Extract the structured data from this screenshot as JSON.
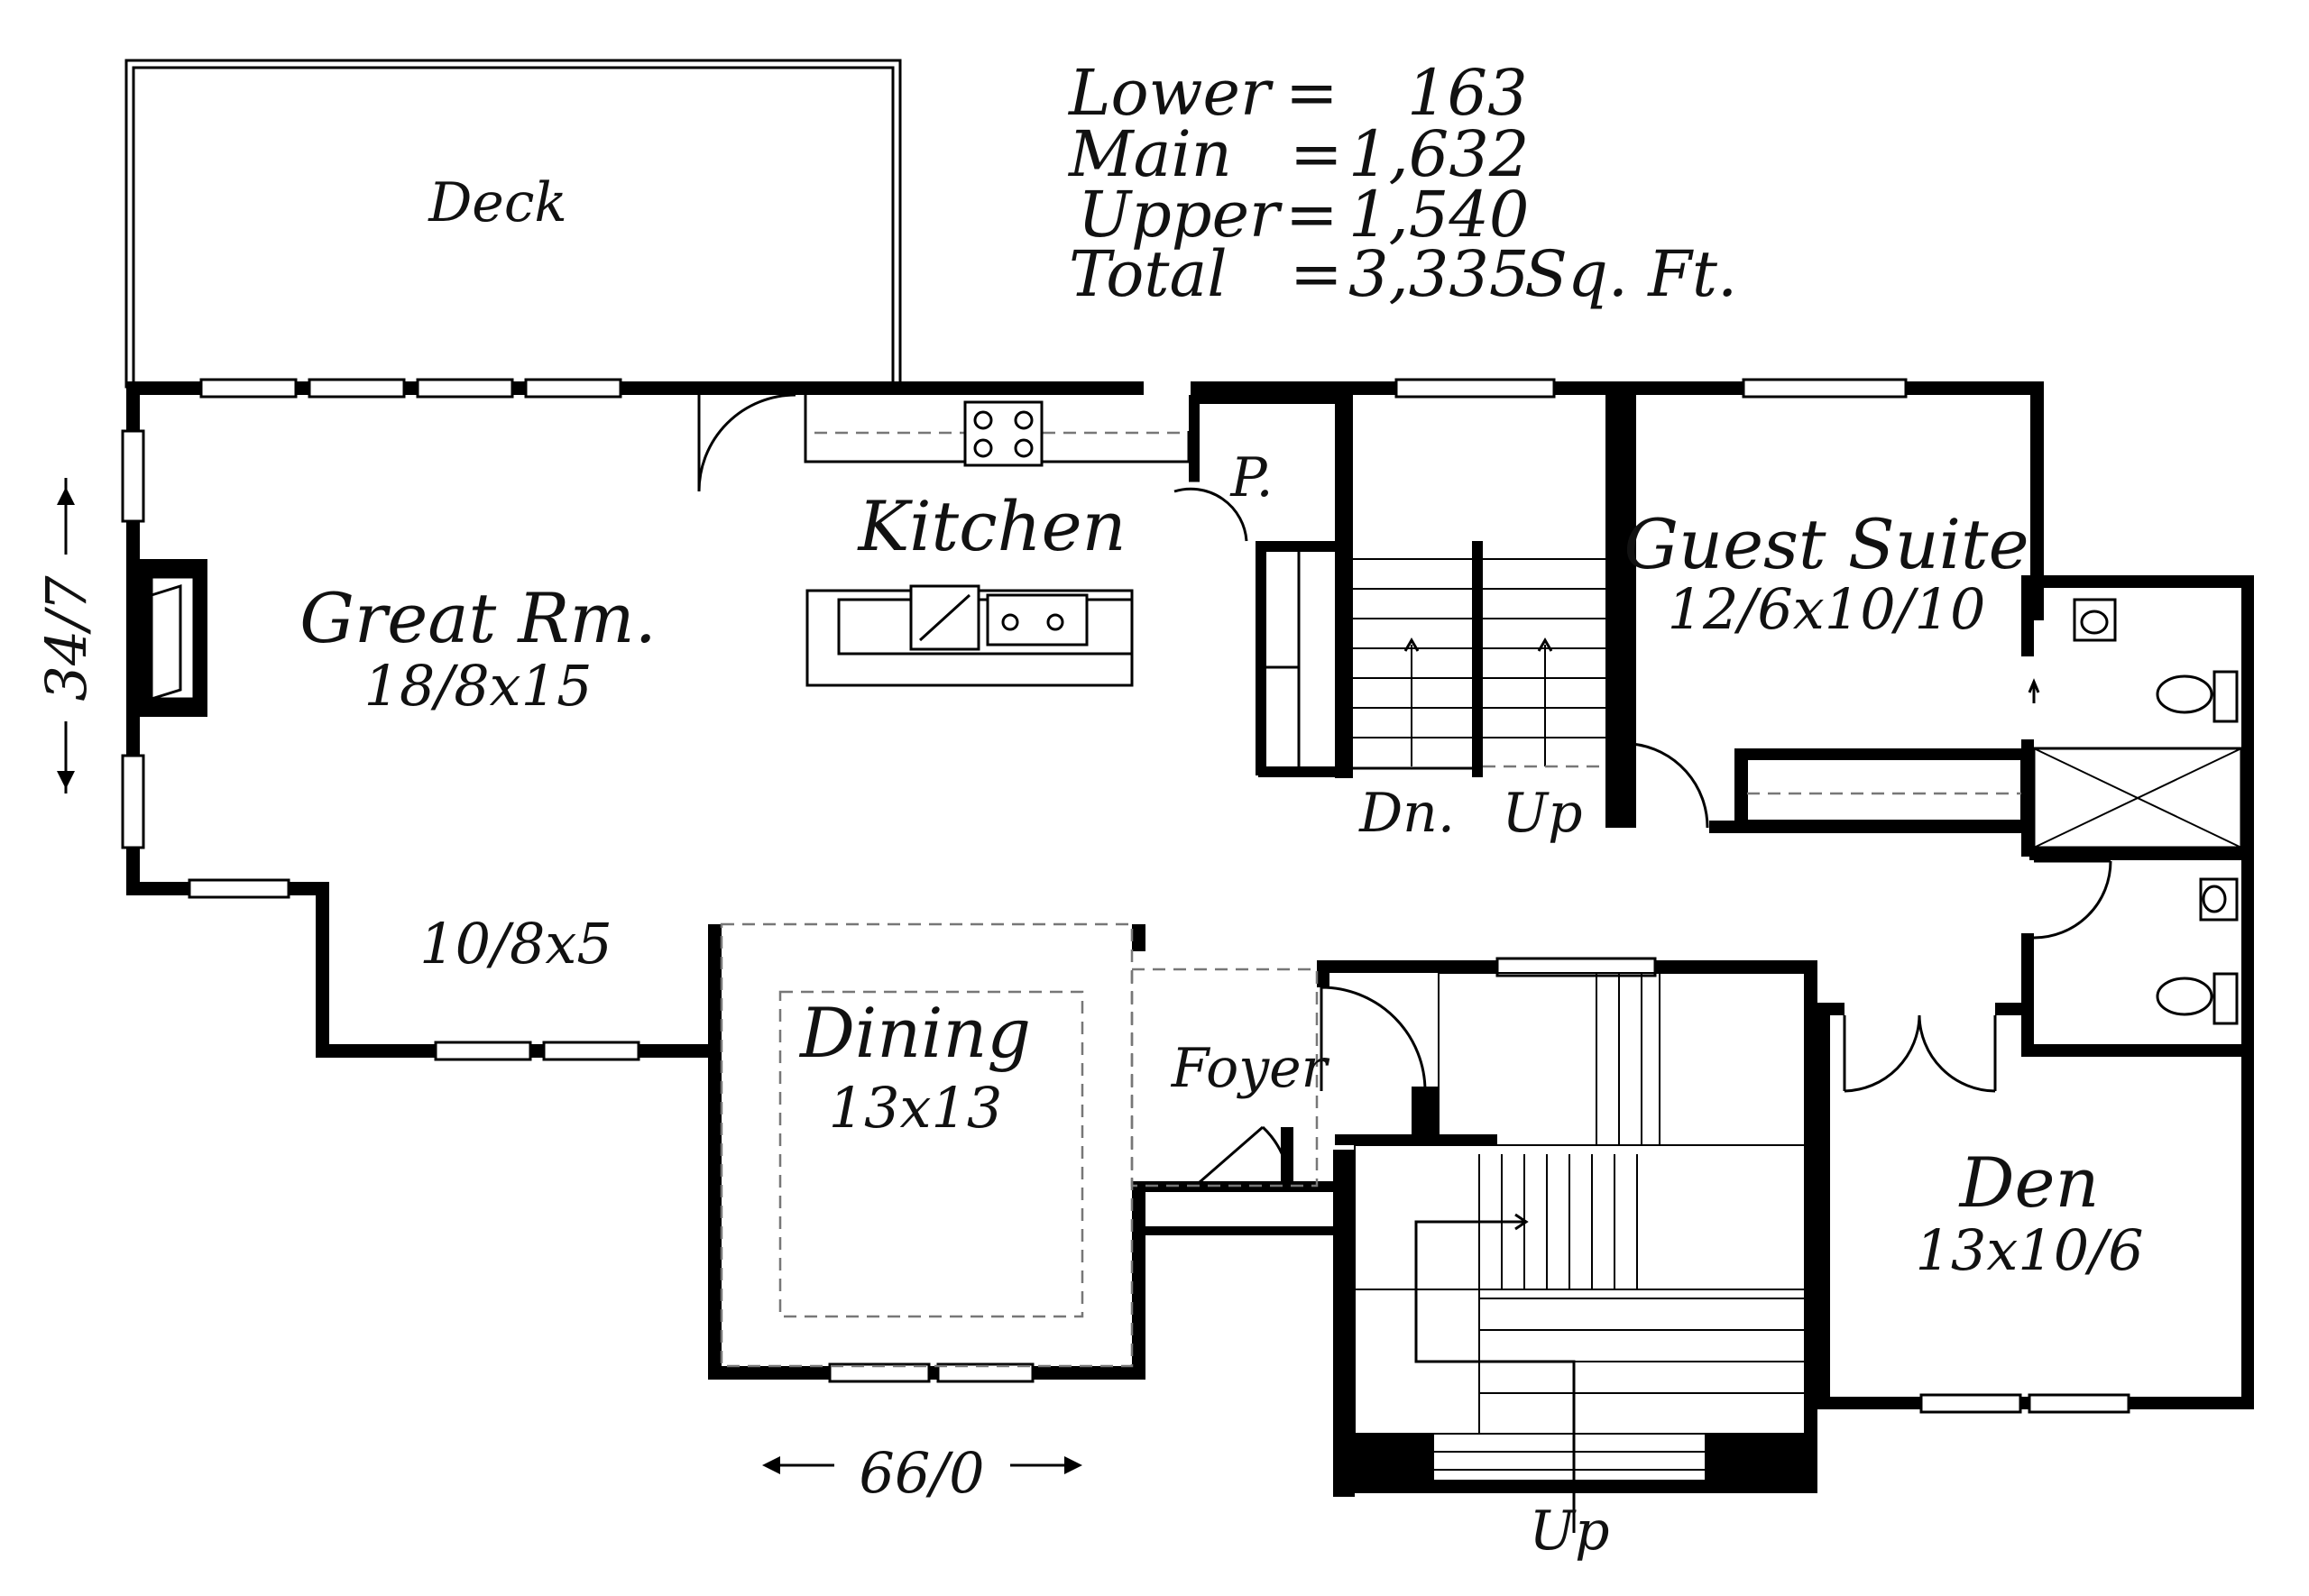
{
  "title": "",
  "area_summary": {
    "lower_label": "Lower",
    "lower_value": "163",
    "main_label": "Main",
    "main_value": "1,632",
    "upper_label": "Upper",
    "upper_value": "1,540",
    "total_label": "Total",
    "total_value": "3,335",
    "unit": "Sq. Ft."
  },
  "rooms": {
    "deck": "Deck",
    "kitchen": "Kitchen",
    "pantry": "P.",
    "great_room": "Great Rm.",
    "great_room_size": "18/8x15",
    "nook_size": "10/8x5",
    "guest_suite": "Guest Suite",
    "guest_suite_size": "12/6x10/10",
    "dining": "Dining",
    "dining_size": "13x13",
    "foyer": "Foyer",
    "den": "Den",
    "den_size": "13x10/6"
  },
  "stairs": {
    "down": "Dn.",
    "up_interior": "Up",
    "up_entry": "Up"
  },
  "dimensions": {
    "depth": "34/7",
    "width": "66/0"
  }
}
